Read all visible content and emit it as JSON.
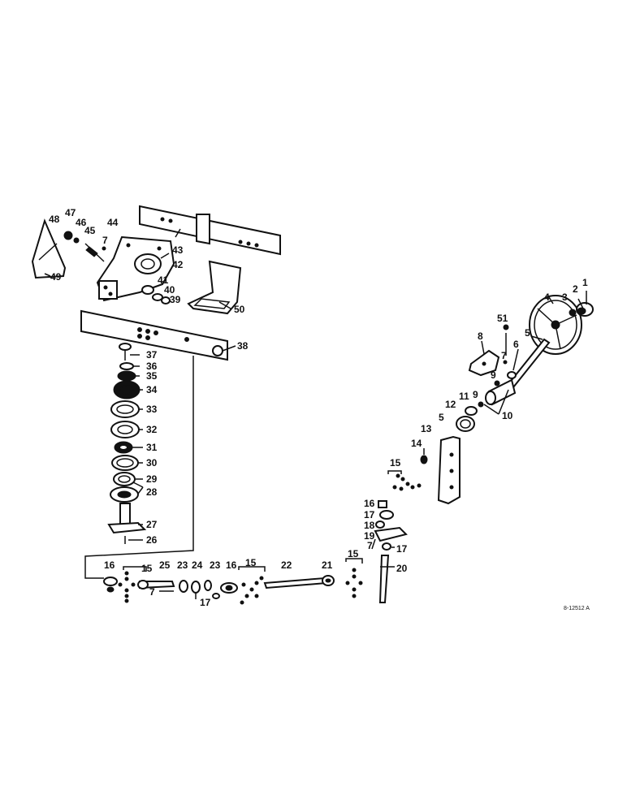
{
  "diagram": {
    "plate_number": "8-12512 A",
    "callouts": {
      "c1": "1",
      "c2": "2",
      "c3": "3",
      "c4": "4",
      "c5a": "5",
      "c5b": "5",
      "c6": "6",
      "c7a": "7",
      "c7b": "7",
      "c7c": "7",
      "c7d": "7",
      "c8": "8",
      "c9a": "9",
      "c9b": "9",
      "c10": "10",
      "c11": "11",
      "c12": "12",
      "c13": "13",
      "c14": "14",
      "c15a": "15",
      "c15b": "15",
      "c15c": "15",
      "c15d": "15",
      "c16a": "16",
      "c16b": "16",
      "c16c": "16",
      "c17a": "17",
      "c17b": "17",
      "c17c": "17",
      "c18": "18",
      "c19": "19",
      "c20": "20",
      "c21": "21",
      "c22": "22",
      "c23a": "23",
      "c23b": "23",
      "c24": "24",
      "c25": "25",
      "c26": "26",
      "c27": "27",
      "c28": "28",
      "c29": "29",
      "c30": "30",
      "c31": "31",
      "c32": "32",
      "c33": "33",
      "c34": "34",
      "c35": "35",
      "c36": "36",
      "c37": "37",
      "c38": "38",
      "c39": "39",
      "c40": "40",
      "c41": "41",
      "c42": "42",
      "c43": "43",
      "c44": "44",
      "c45": "45",
      "c46": "46",
      "c47": "47",
      "c48": "48",
      "c49": "49",
      "c50": "50",
      "c51": "51"
    }
  }
}
